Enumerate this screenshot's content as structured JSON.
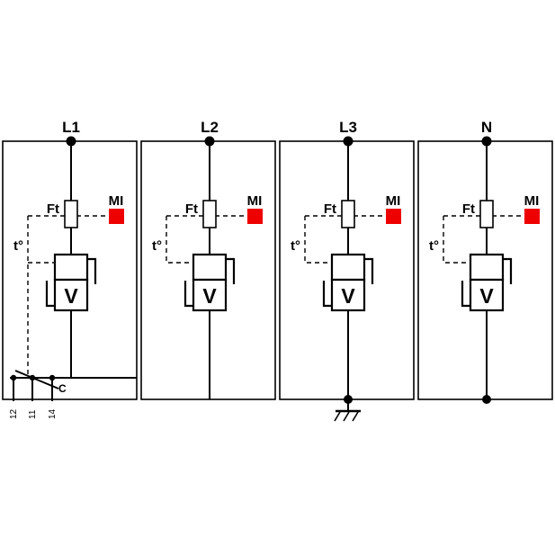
{
  "diagram": {
    "modules": [
      {
        "phase_label": "L1",
        "fuse_label": "Ft",
        "indicator_label": "MI",
        "thermal_label": "t°",
        "varistor_label": "V"
      },
      {
        "phase_label": "L2",
        "fuse_label": "Ft",
        "indicator_label": "MI",
        "thermal_label": "t°",
        "varistor_label": "V"
      },
      {
        "phase_label": "L3",
        "fuse_label": "Ft",
        "indicator_label": "MI",
        "thermal_label": "t°",
        "varistor_label": "V"
      },
      {
        "phase_label": "N",
        "fuse_label": "Ft",
        "indicator_label": "MI",
        "thermal_label": "t°",
        "varistor_label": "V"
      }
    ],
    "remote_contact": {
      "terminal_labels": [
        "12",
        "11",
        "14"
      ],
      "common_label": "C"
    },
    "colors": {
      "line": "#000000",
      "indicator_fill": "#ee0000",
      "background": "#ffffff"
    }
  }
}
